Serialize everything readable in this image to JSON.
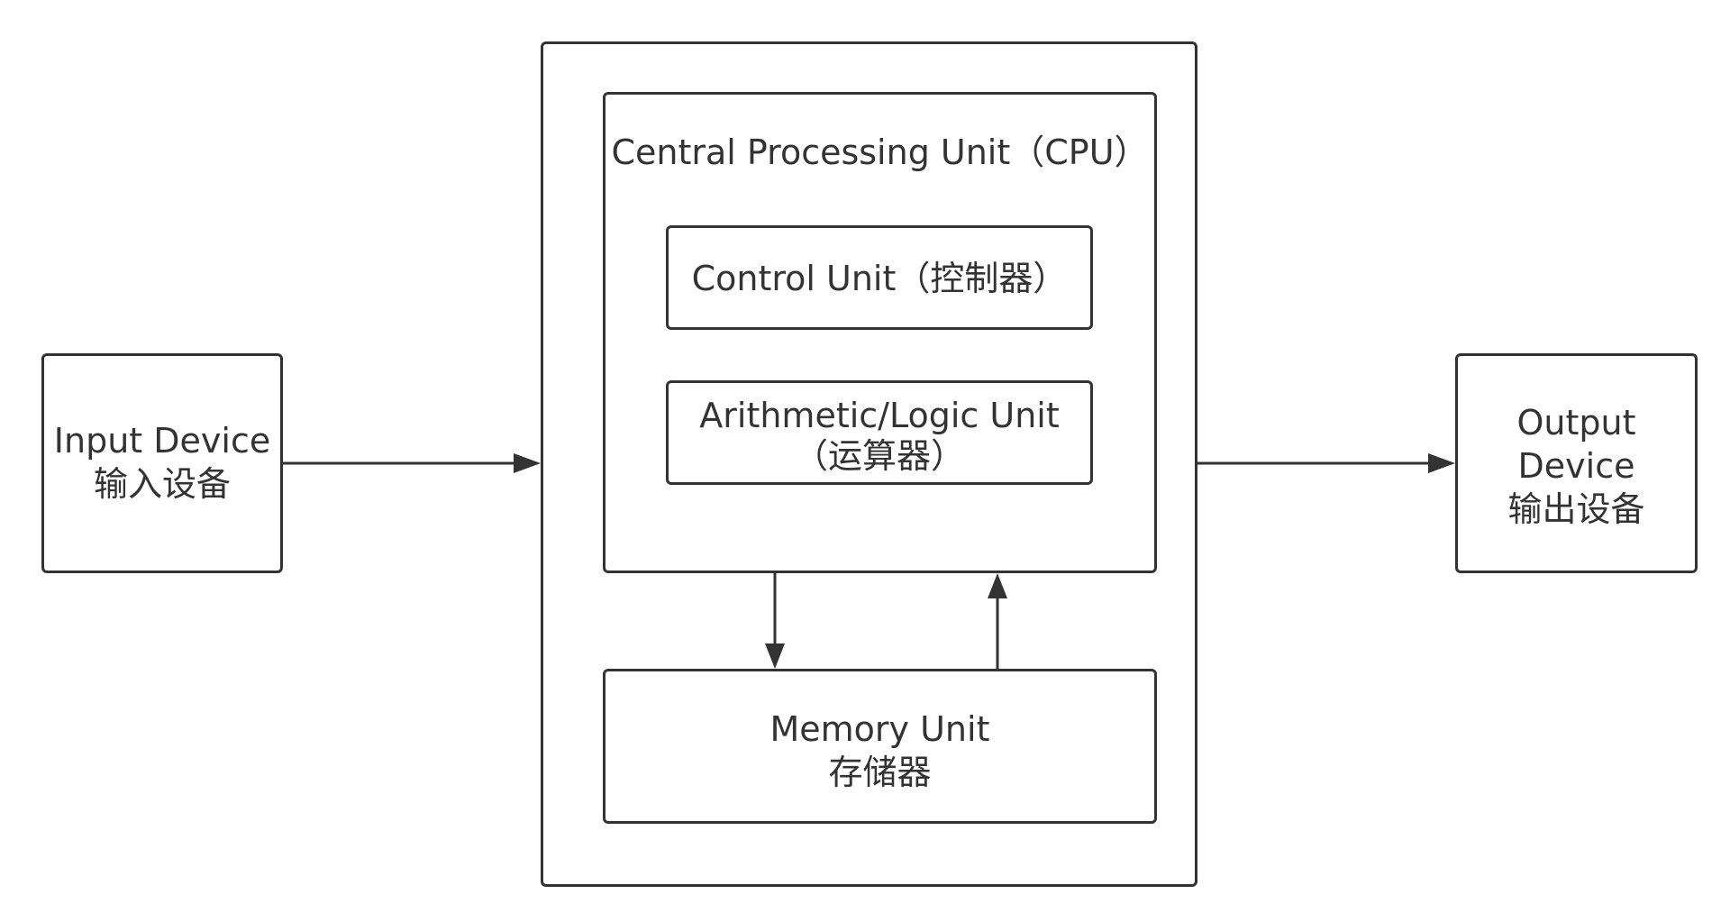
{
  "input_device": {
    "title": "Input Device",
    "subtitle": "输入设备"
  },
  "cpu": {
    "title": "Central Processing Unit（CPU）",
    "control_unit": "Control Unit（控制器）",
    "alu": {
      "title": "Arithmetic/Logic Unit",
      "subtitle": "（运算器）"
    }
  },
  "memory_unit": {
    "title": "Memory Unit",
    "subtitle": "存储器"
  },
  "output_device": {
    "line1": "Output",
    "line2": "Device",
    "subtitle": "输出设备"
  },
  "colors": {
    "stroke": "#333333",
    "background": "#ffffff"
  }
}
